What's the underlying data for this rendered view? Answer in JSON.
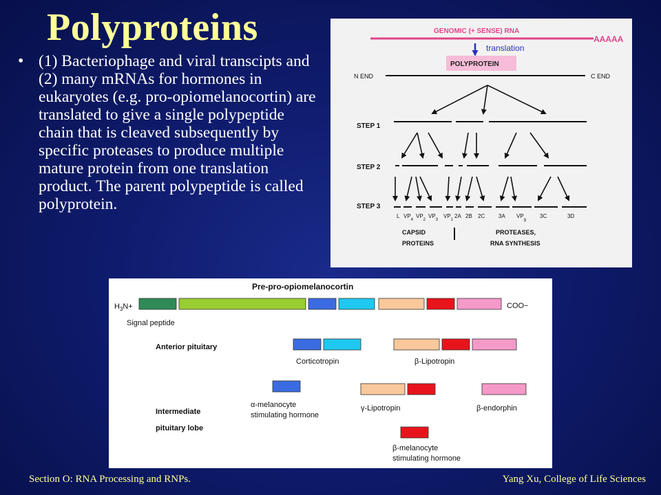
{
  "slide": {
    "title": "Polyproteins",
    "bullet": "(1) Bacteriophage and viral transcipts and (2) many mRNAs for hormones in eukaryotes (e.g. pro-opiomelanocortin) are translated to give a single polypeptide chain that is cleaved subsequently by specific proteases to produce multiple mature protein from one translation product. The parent polypeptide is called polyprotein.",
    "footer_left": "Section O: RNA Processing and RNPs.",
    "footer_right": "Yang Xu, College of Life Sciences"
  },
  "figure1": {
    "rna_label": "GENOMIC (+ SENSE) RNA",
    "poly_a": "AAAAA",
    "translation_label": "translation",
    "polyprotein_label": "POLYPROTEIN",
    "n_end": "N END",
    "c_end": "C END",
    "step1": "STEP 1",
    "step2": "STEP 2",
    "step3": "STEP 3",
    "labels": {
      "l": "L",
      "vp4_base": "VP",
      "vp4_sub": "4",
      "vp2_base": "VP",
      "vp2_sub": "2",
      "vp3_base": "VP",
      "vp3_sub": "3",
      "vp1_base": "VP",
      "vp1_sub": "1",
      "a2": "2A",
      "b2": "2B",
      "c2": "2C",
      "a3": "3A",
      "vpg_base": "VP",
      "vpg_sub": "g",
      "c3": "3C",
      "d3": "3D"
    },
    "capsid_label_1": "CAPSID",
    "capsid_label_2": "PROTEINS",
    "protease_label_1": "PROTEASES,",
    "protease_label_2": "RNA SYNTHESIS",
    "colors": {
      "rna": "#e0448a",
      "arrow": "#2b2fbf",
      "polyprotein_box": "#f6bcd8"
    }
  },
  "figure2": {
    "title": "Pre-pro-opiomelanocortin",
    "n_term_base": "H",
    "n_term_sub": "3",
    "n_term_sup": "N+",
    "c_term": "COO−",
    "signal_peptide": "Signal peptide",
    "anterior_pituitary": "Anterior pituitary",
    "intermediate_1": "Intermediate",
    "intermediate_2": "pituitary lobe",
    "corticotropin": "Corticotropin",
    "beta_lipotropin": "β-Lipotropin",
    "alpha_msh_1": "α-melanocyte",
    "alpha_msh_2": "stimulating hormone",
    "gamma_lipotropin": "γ-Lipotropin",
    "beta_endorphin": "β-endorphin",
    "beta_msh_1": "β-melanocyte",
    "beta_msh_2": "stimulating hormone",
    "colors": {
      "signal": "#2e8b57",
      "lime": "#9acd32",
      "blue": "#3b6be0",
      "cyan": "#1fc8f0",
      "peach": "#f9c89b",
      "red": "#e8141c",
      "pink": "#f59ac8"
    }
  }
}
